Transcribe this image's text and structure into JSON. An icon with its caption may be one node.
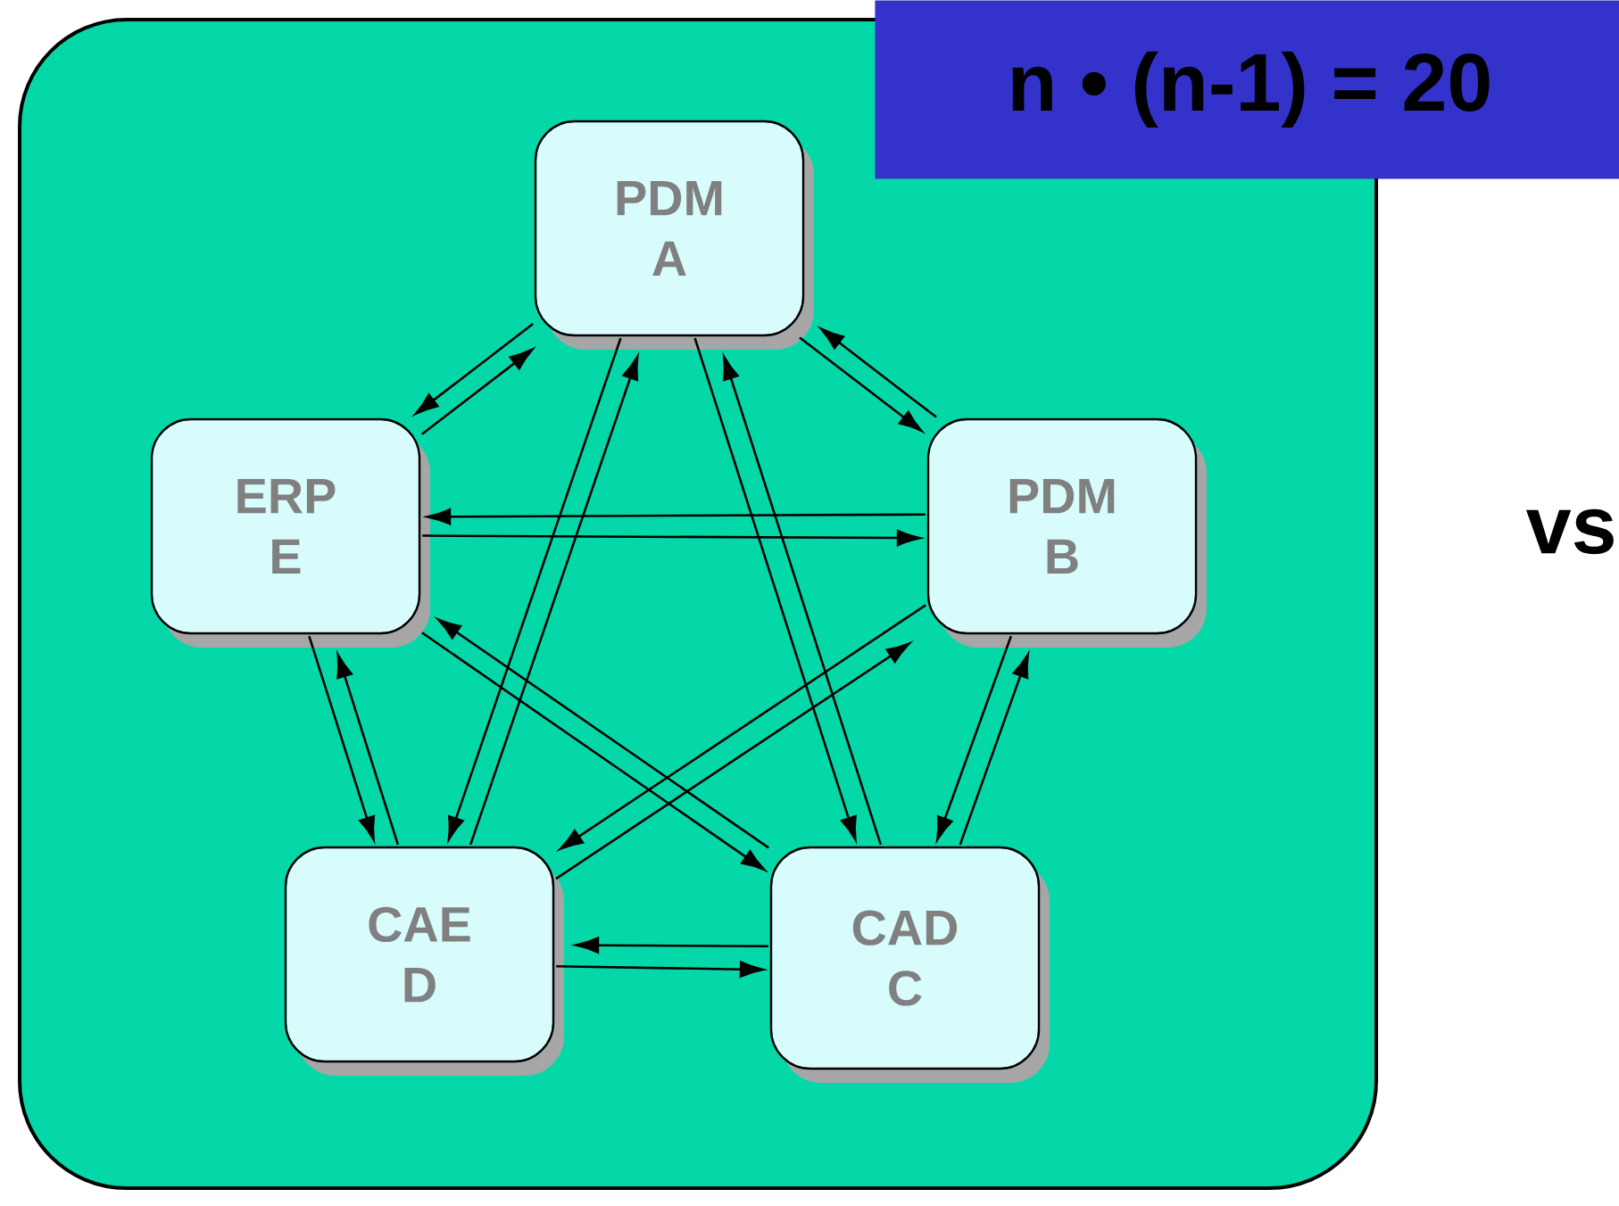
{
  "diagram": {
    "nodes": [
      {
        "text": [],
        "shape": "box"
      },
      {
        "text": [
          "PDM",
          "A"
        ],
        "in": 0
      },
      {
        "text": [
          "PDM",
          "B"
        ],
        "in": 0
      },
      {
        "text": [
          "CAD",
          "C"
        ],
        "in": 0
      },
      {
        "text": [
          "CAE",
          "D"
        ],
        "in": 0
      },
      {
        "text": [
          "ERP",
          "E"
        ],
        "in": 0
      }
    ],
    "edges": [
      {
        "from": 1,
        "to": 2,
        "arrow": "to"
      },
      {
        "from": 2,
        "to": 1,
        "arrow": "to"
      },
      {
        "from": 1,
        "to": 3,
        "arrow": "to"
      },
      {
        "from": 3,
        "to": 1,
        "arrow": "to"
      },
      {
        "from": 1,
        "to": 4,
        "arrow": "to"
      },
      {
        "from": 4,
        "to": 1,
        "arrow": "to"
      },
      {
        "from": 1,
        "to": 5,
        "arrow": "to"
      },
      {
        "from": 5,
        "to": 1,
        "arrow": "to"
      },
      {
        "from": 2,
        "to": 3,
        "arrow": "to"
      },
      {
        "from": 3,
        "to": 2,
        "arrow": "to"
      },
      {
        "from": 2,
        "to": 4,
        "arrow": "to"
      },
      {
        "from": 4,
        "to": 2,
        "arrow": "to"
      },
      {
        "from": 2,
        "to": 5,
        "arrow": "to"
      },
      {
        "from": 5,
        "to": 2,
        "arrow": "to"
      },
      {
        "from": 3,
        "to": 4,
        "arrow": "to"
      },
      {
        "from": 4,
        "to": 3,
        "arrow": "to"
      },
      {
        "from": 3,
        "to": 5,
        "arrow": "to"
      },
      {
        "from": 5,
        "to": 3,
        "arrow": "to"
      },
      {
        "from": 4,
        "to": 5,
        "arrow": "to"
      },
      {
        "from": 5,
        "to": 4,
        "arrow": "to"
      }
    ],
    "labels": [
      "n • (n-1) = 20",
      "vs"
    ]
  }
}
